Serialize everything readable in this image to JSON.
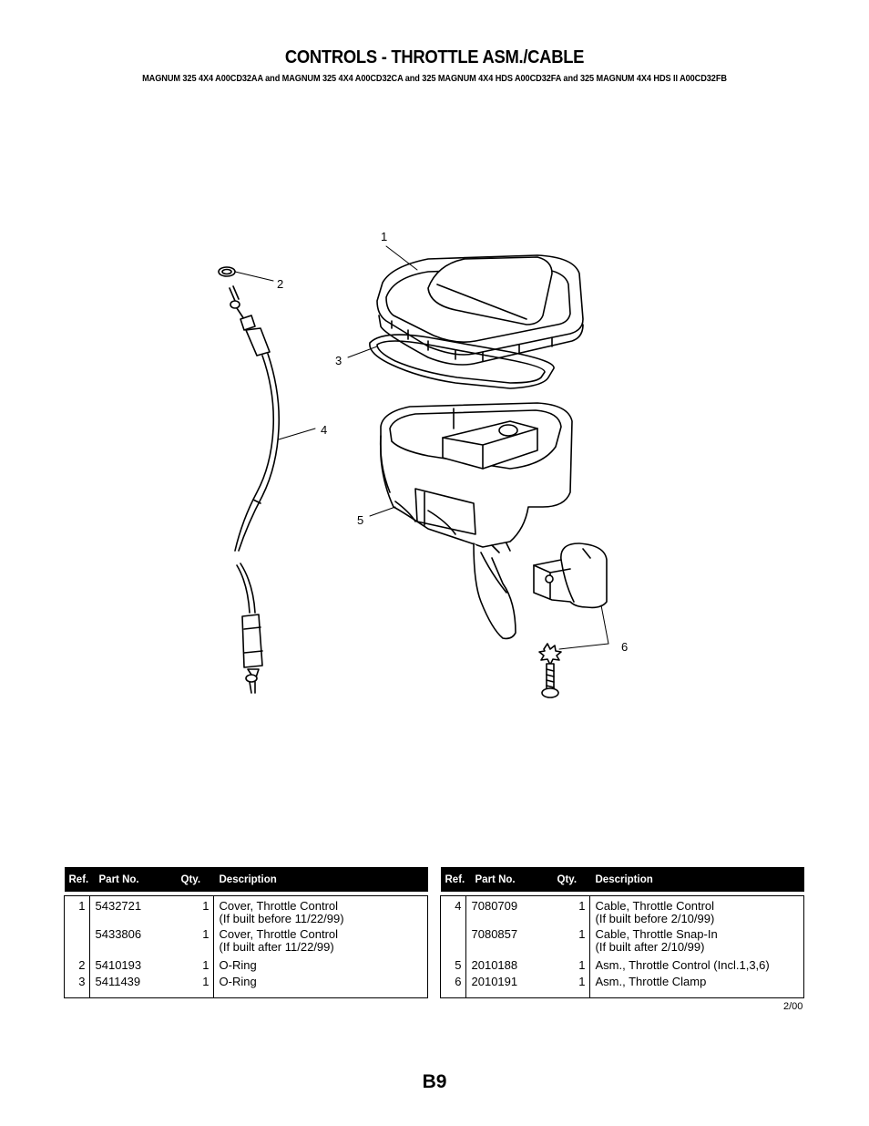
{
  "header": {
    "title": "CONTROLS - THROTTLE ASM./CABLE",
    "subtitle": "MAGNUM 325 4X4 A00CD32AA and MAGNUM 325 4X4 A00CD32CA and 325 MAGNUM 4X4 HDS A00CD32FA and 325 MAGNUM 4X4 HDS II A00CD32FB"
  },
  "diagram": {
    "callouts": [
      "1",
      "2",
      "3",
      "4",
      "5",
      "6"
    ]
  },
  "table": {
    "headers": {
      "ref": "Ref.",
      "part": "Part No.",
      "qty": "Qty.",
      "desc": "Description"
    },
    "left": [
      {
        "ref": "1",
        "part": "5432721",
        "qty": "1",
        "desc": "Cover, Throttle Control",
        "note": "(If built before 11/22/99)"
      },
      {
        "ref": "",
        "part": "5433806",
        "qty": "1",
        "desc": "Cover, Throttle Control",
        "note": "(If built after 11/22/99)"
      },
      {
        "ref": "2",
        "part": "5410193",
        "qty": "1",
        "desc": "O-Ring",
        "note": ""
      },
      {
        "ref": "3",
        "part": "5411439",
        "qty": "1",
        "desc": "O-Ring",
        "note": ""
      }
    ],
    "right": [
      {
        "ref": "4",
        "part": "7080709",
        "qty": "1",
        "desc": "Cable, Throttle Control",
        "note": "(If built before 2/10/99)"
      },
      {
        "ref": "",
        "part": "7080857",
        "qty": "1",
        "desc": "Cable, Throttle Snap-In",
        "note": "(If built after 2/10/99)"
      },
      {
        "ref": "5",
        "part": "2010188",
        "qty": "1",
        "desc": "Asm., Throttle Control (Incl.1,3,6)",
        "note": ""
      },
      {
        "ref": "6",
        "part": "2010191",
        "qty": "1",
        "desc": "Asm., Throttle Clamp",
        "note": ""
      }
    ]
  },
  "footer": {
    "date": "2/00",
    "page": "B9"
  }
}
